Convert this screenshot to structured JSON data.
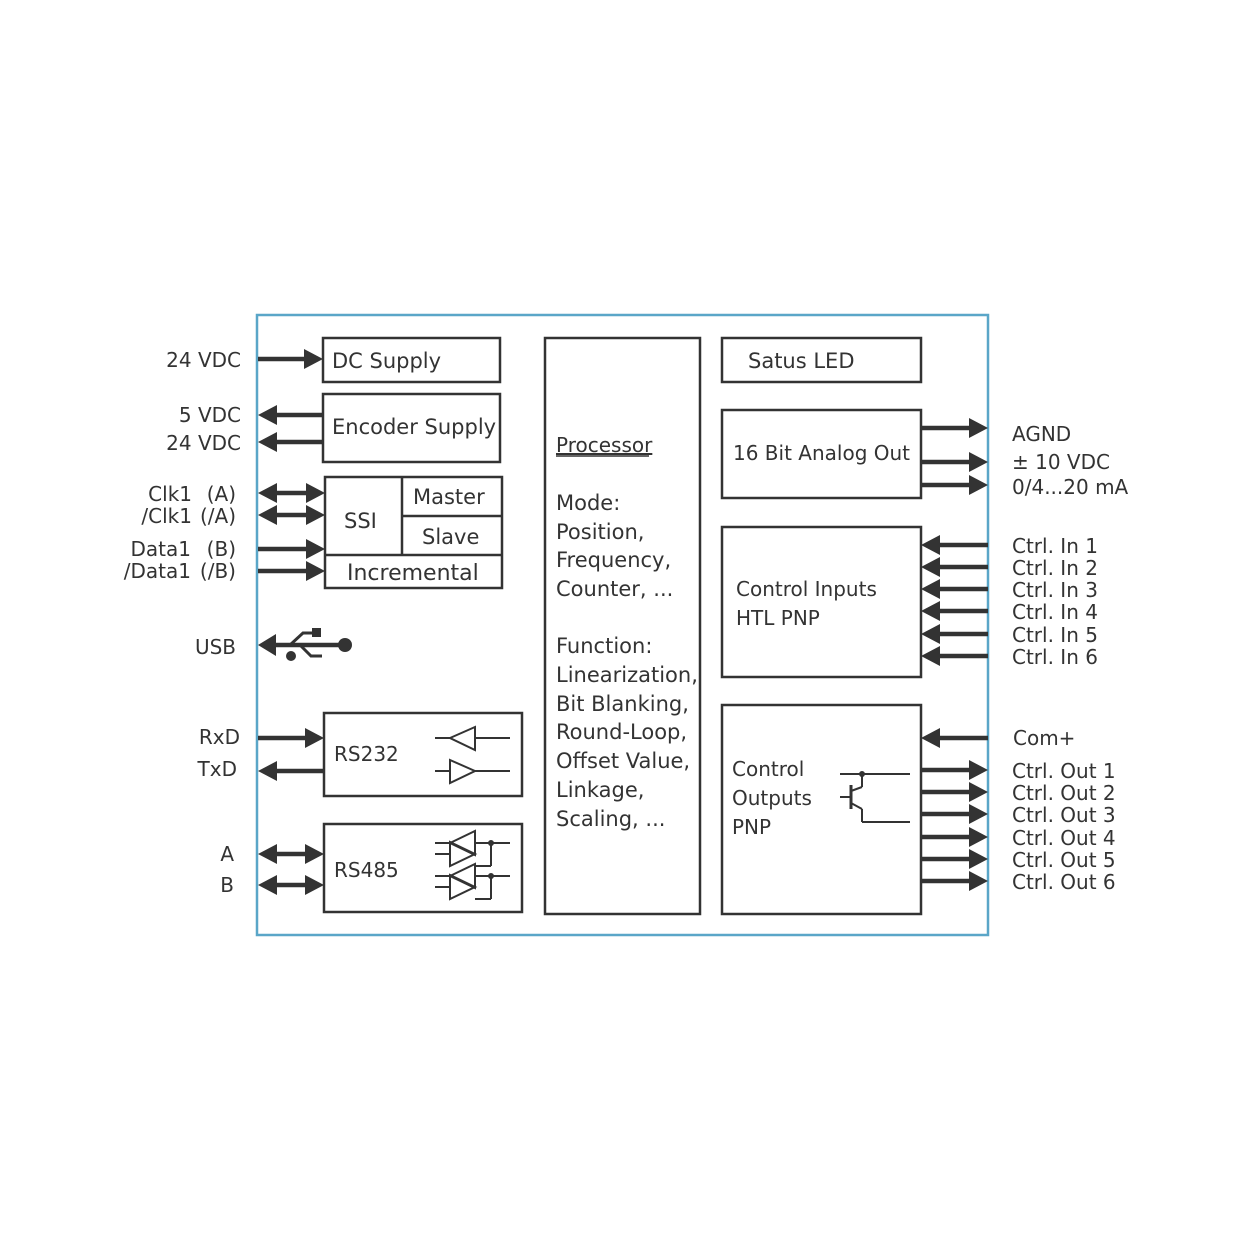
{
  "colors": {
    "frame": "#5aa6c8",
    "line": "#333333",
    "background": "#ffffff"
  },
  "left": {
    "v24_supply": "24 VDC",
    "v5": "5 VDC",
    "v24_encoder": "24 VDC",
    "clk1": "Clk1",
    "clk1_a": "(A)",
    "clk1n": "/Clk1",
    "clk1n_a": "(/A)",
    "data1": "Data1",
    "data1_b": "(B)",
    "data1n": "/Data1",
    "data1n_b": "(/B)",
    "usb": "USB",
    "rxd": "RxD",
    "txd": "TxD",
    "a": "A",
    "b": "B"
  },
  "blocks": {
    "dc_supply": "DC Supply",
    "encoder_supply": "Encoder Supply",
    "ssi": "SSI",
    "master": "Master",
    "slave": "Slave",
    "incremental": "Incremental",
    "rs232": "RS232",
    "rs485": "RS485",
    "status_led": "Satus LED",
    "analog_out": "16 Bit Analog Out",
    "control_inputs": [
      "Control Inputs",
      "HTL PNP"
    ],
    "control_outputs": [
      "Control",
      "Outputs",
      "PNP"
    ]
  },
  "processor": {
    "title": "Processor",
    "mode_label": "Mode:",
    "modes": [
      "Position,",
      "Frequency,",
      "Counter, ..."
    ],
    "function_label": "Function:",
    "functions": [
      "Linearization,",
      "Bit Blanking,",
      "Round-Loop,",
      "Offset Value,",
      "Linkage,",
      "Scaling, ..."
    ]
  },
  "right": {
    "agnd": "AGND",
    "voltage": "± 10 VDC",
    "current": "0/4...20 mA",
    "ctrl_in": [
      "Ctrl. In 1",
      "Ctrl. In 2",
      "Ctrl. In 3",
      "Ctrl. In 4",
      "Ctrl. In 5",
      "Ctrl. In 6"
    ],
    "com_plus": "Com+",
    "ctrl_out": [
      "Ctrl. Out 1",
      "Ctrl. Out 2",
      "Ctrl. Out 3",
      "Ctrl. Out 4",
      "Ctrl. Out 5",
      "Ctrl. Out 6"
    ]
  }
}
